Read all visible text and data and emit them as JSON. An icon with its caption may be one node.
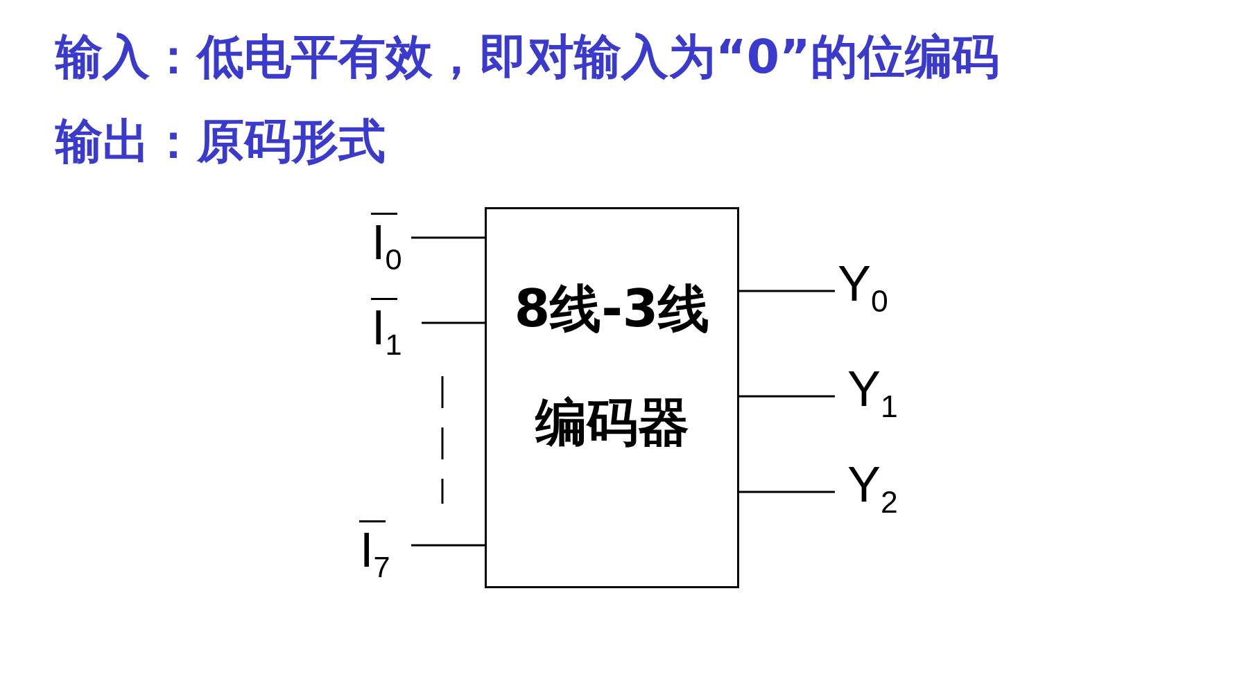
{
  "diagram": {
    "nodes": [
      {
        "text": [
          "8线-3线",
          "编码器"
        ]
      },
      {
        "text": [
          "I$_{0}$"
        ]
      },
      {
        "text": [
          "I$_{1}$"
        ]
      },
      {
        "text": [
          "I$_{7}$"
        ]
      },
      {
        "text": [
          "Y$_{0}$"
        ]
      },
      {
        "text": [
          "Y$_{1}$"
        ]
      },
      {
        "text": [
          "Y$_{2}$"
        ]
      }
    ],
    "edges": [
      {
        "from": 1,
        "to": 0,
        "arrow": "none"
      },
      {
        "from": 2,
        "to": 0,
        "arrow": "none"
      },
      {
        "from": 3,
        "to": 0,
        "arrow": "none"
      },
      {
        "from": 0,
        "to": 4,
        "arrow": "none"
      },
      {
        "from": 0,
        "to": 5,
        "arrow": "none"
      },
      {
        "from": 0,
        "to": 6,
        "arrow": "none"
      }
    ],
    "labels": [
      "输入：低电平有效，即对输入为“0”的位编码",
      "输出：原码形式"
    ]
  }
}
